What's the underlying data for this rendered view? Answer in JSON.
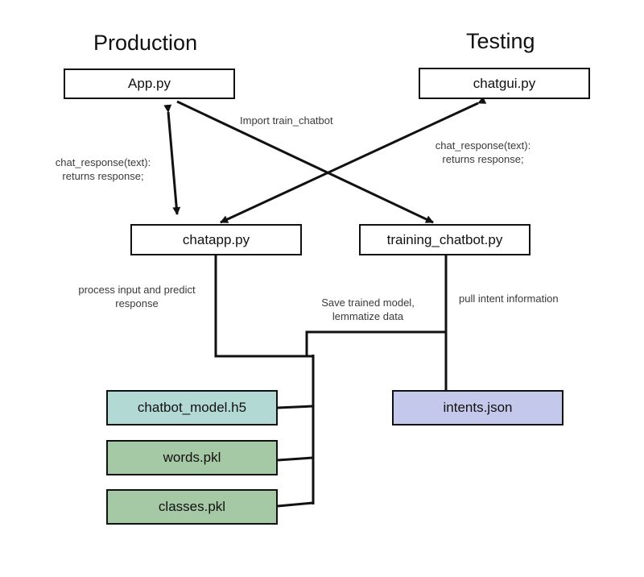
{
  "headings": {
    "production": "Production",
    "testing": "Testing"
  },
  "nodes": {
    "app": "App.py",
    "chatgui": "chatgui.py",
    "chatapp": "chatapp.py",
    "training": "training_chatbot.py",
    "model": "chatbot_model.h5",
    "words": "words.pkl",
    "classes": "classes.pkl",
    "intents": "intents.json"
  },
  "annotations": {
    "import_train": "Import train_chatbot",
    "chat_response_left": [
      "chat_response(text):",
      "returns response;"
    ],
    "chat_response_right": [
      "chat_response(text):",
      "returns response;"
    ],
    "process_input": [
      "process input and predict",
      "response"
    ],
    "save_model": [
      "Save trained model,",
      "lemmatize data"
    ],
    "pull_intent": "pull intent information"
  },
  "colors": {
    "model_fill": "#b3d9d4",
    "pkl_fill": "#a6c9a5",
    "intents_fill": "#c4c8ea"
  }
}
